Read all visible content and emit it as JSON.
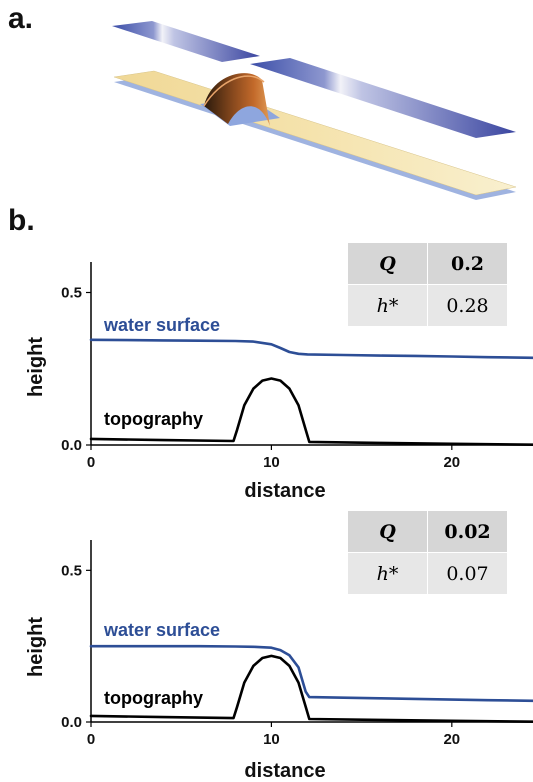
{
  "panels": {
    "a": "a.",
    "b": "b."
  },
  "colors": {
    "water": "#2d4e96",
    "topo": "#000000",
    "strip_blue": "#4a55a6",
    "strip_yellow": "#f3df9e"
  },
  "chart_data": [
    {
      "type": "line",
      "xlabel": "distance",
      "ylabel": "height",
      "xlim": [
        0,
        24.5
      ],
      "ylim": [
        0,
        0.6
      ],
      "xticks": [
        "0",
        "10",
        "20"
      ],
      "yticks": [
        "0.0",
        "0.5"
      ],
      "table": {
        "q_symbol": "Q",
        "q_value": "0.2",
        "h_symbol": "h*",
        "h_value": "0.28"
      },
      "series": [
        {
          "name": "water surface",
          "x": [
            0,
            2,
            4,
            6,
            8,
            9,
            10,
            10.5,
            11,
            11.5,
            12,
            14,
            16,
            18,
            20,
            22,
            24.5
          ],
          "y": [
            0.345,
            0.344,
            0.343,
            0.342,
            0.341,
            0.339,
            0.33,
            0.318,
            0.305,
            0.299,
            0.297,
            0.295,
            0.293,
            0.292,
            0.29,
            0.288,
            0.286
          ]
        },
        {
          "name": "topography",
          "x": [
            0,
            4,
            7.9,
            8.1,
            8.5,
            9,
            9.5,
            10,
            10.5,
            11,
            11.5,
            11.9,
            12.1,
            16,
            20,
            24.5
          ],
          "y": [
            0.02,
            0.016,
            0.013,
            0.05,
            0.13,
            0.185,
            0.211,
            0.218,
            0.211,
            0.185,
            0.13,
            0.05,
            0.01,
            0.007,
            0.004,
            0.001
          ]
        }
      ]
    },
    {
      "type": "line",
      "xlabel": "distance",
      "ylabel": "height",
      "xlim": [
        0,
        24.5
      ],
      "ylim": [
        0,
        0.6
      ],
      "xticks": [
        "0",
        "10",
        "20"
      ],
      "yticks": [
        "0.0",
        "0.5"
      ],
      "table": {
        "q_symbol": "Q",
        "q_value": "0.02",
        "h_symbol": "h*",
        "h_value": "0.07"
      },
      "series": [
        {
          "name": "water surface",
          "x": [
            0,
            2,
            4,
            6,
            8,
            9,
            10,
            10.5,
            11,
            11.5,
            11.9,
            12.1,
            14,
            16,
            18,
            20,
            22,
            24.5
          ],
          "y": [
            0.25,
            0.25,
            0.25,
            0.25,
            0.249,
            0.248,
            0.245,
            0.237,
            0.22,
            0.18,
            0.1,
            0.082,
            0.08,
            0.078,
            0.076,
            0.074,
            0.072,
            0.07
          ]
        },
        {
          "name": "topography",
          "x": [
            0,
            4,
            7.9,
            8.1,
            8.5,
            9,
            9.5,
            10,
            10.5,
            11,
            11.5,
            11.9,
            12.1,
            16,
            20,
            24.5
          ],
          "y": [
            0.02,
            0.016,
            0.013,
            0.05,
            0.13,
            0.185,
            0.211,
            0.218,
            0.211,
            0.185,
            0.13,
            0.05,
            0.01,
            0.007,
            0.004,
            0.001
          ]
        }
      ]
    }
  ]
}
